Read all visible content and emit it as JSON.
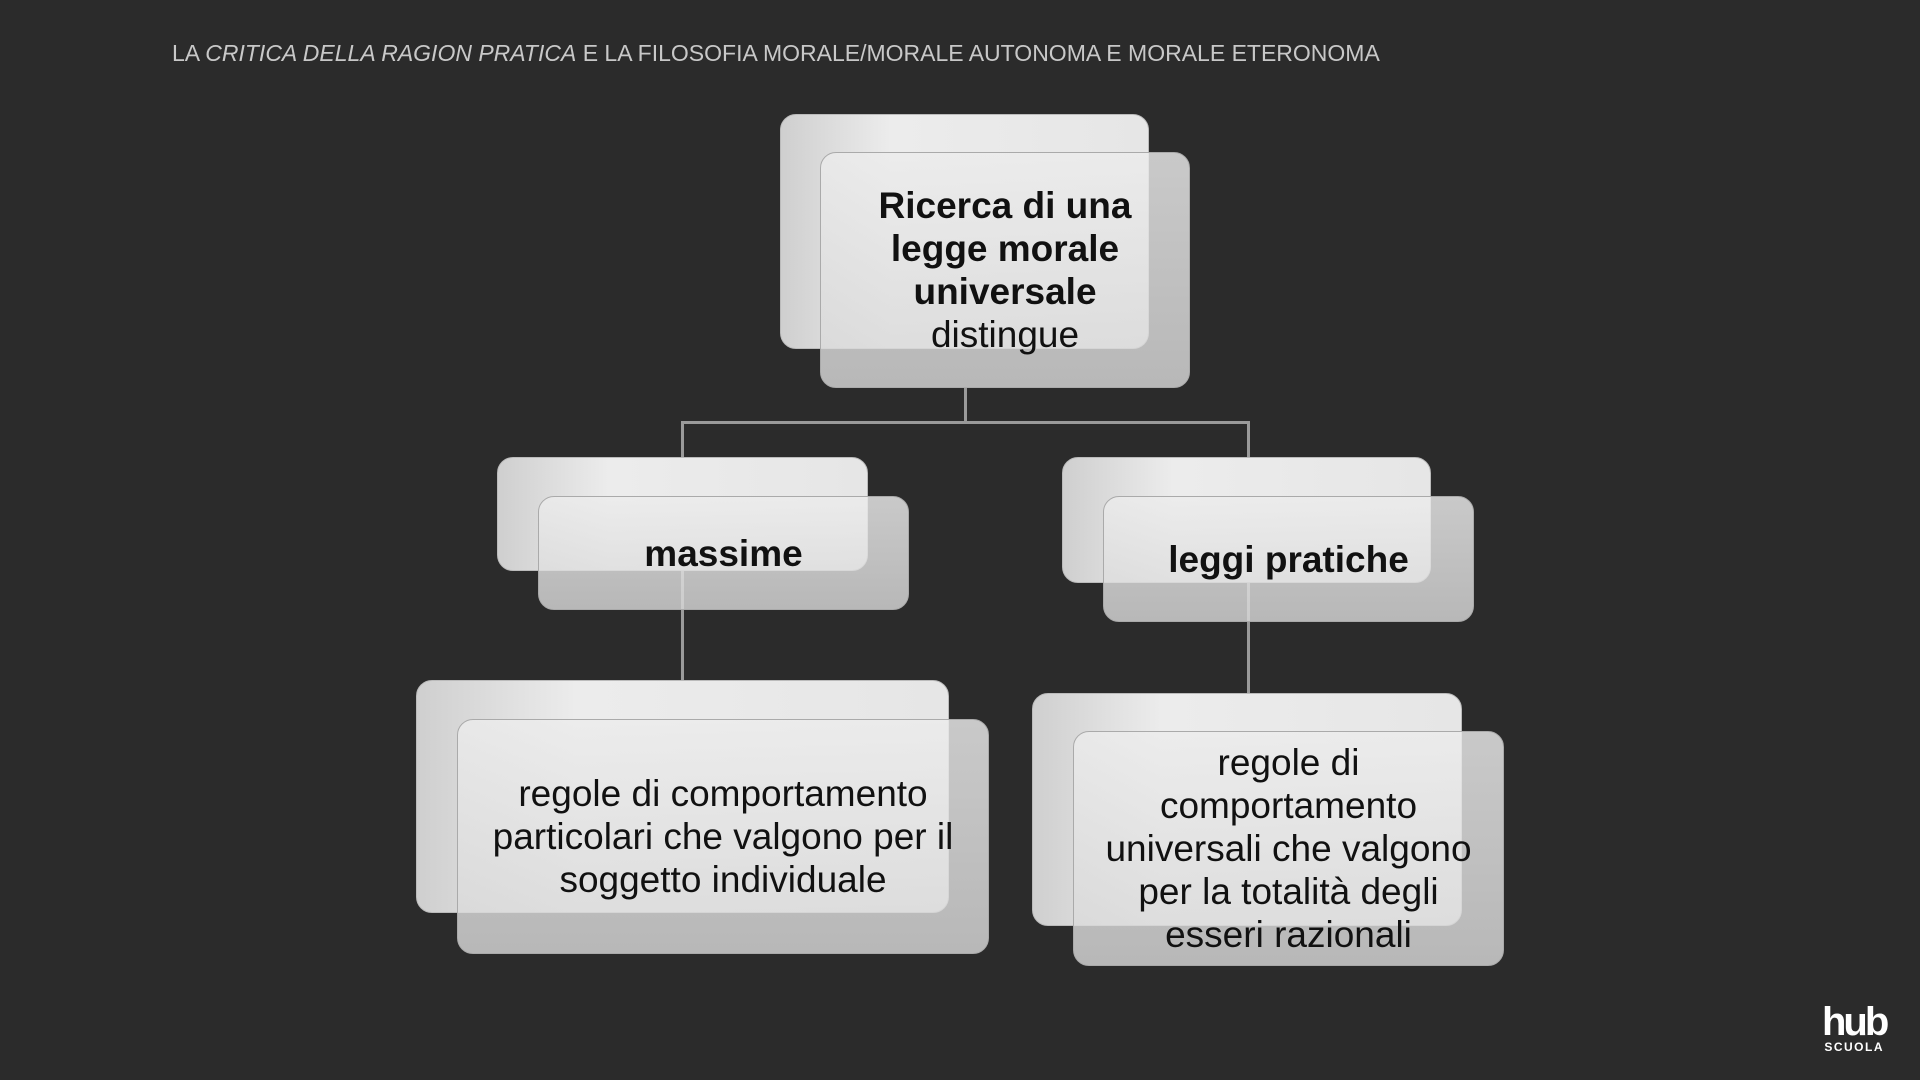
{
  "header": {
    "prefix": "LA ",
    "italic": "CRITICA DELLA RAGION PRATICA",
    "suffix": " E LA FILOSOFIA MORALE/MORALE AUTONOMA E MORALE ETERONOMA"
  },
  "diagram": {
    "root": {
      "bold": "Ricerca di una legge morale universale",
      "normal": "distingue"
    },
    "left": {
      "label": "massime",
      "desc": "regole di comportamento particolari che valgono per il soggetto individuale"
    },
    "right": {
      "label": "leggi pratiche",
      "desc": "regole di comportamento universali che valgono per la totalità degli esseri razionali"
    }
  },
  "logo": {
    "main": "hub",
    "sub": "SCUOLA"
  }
}
